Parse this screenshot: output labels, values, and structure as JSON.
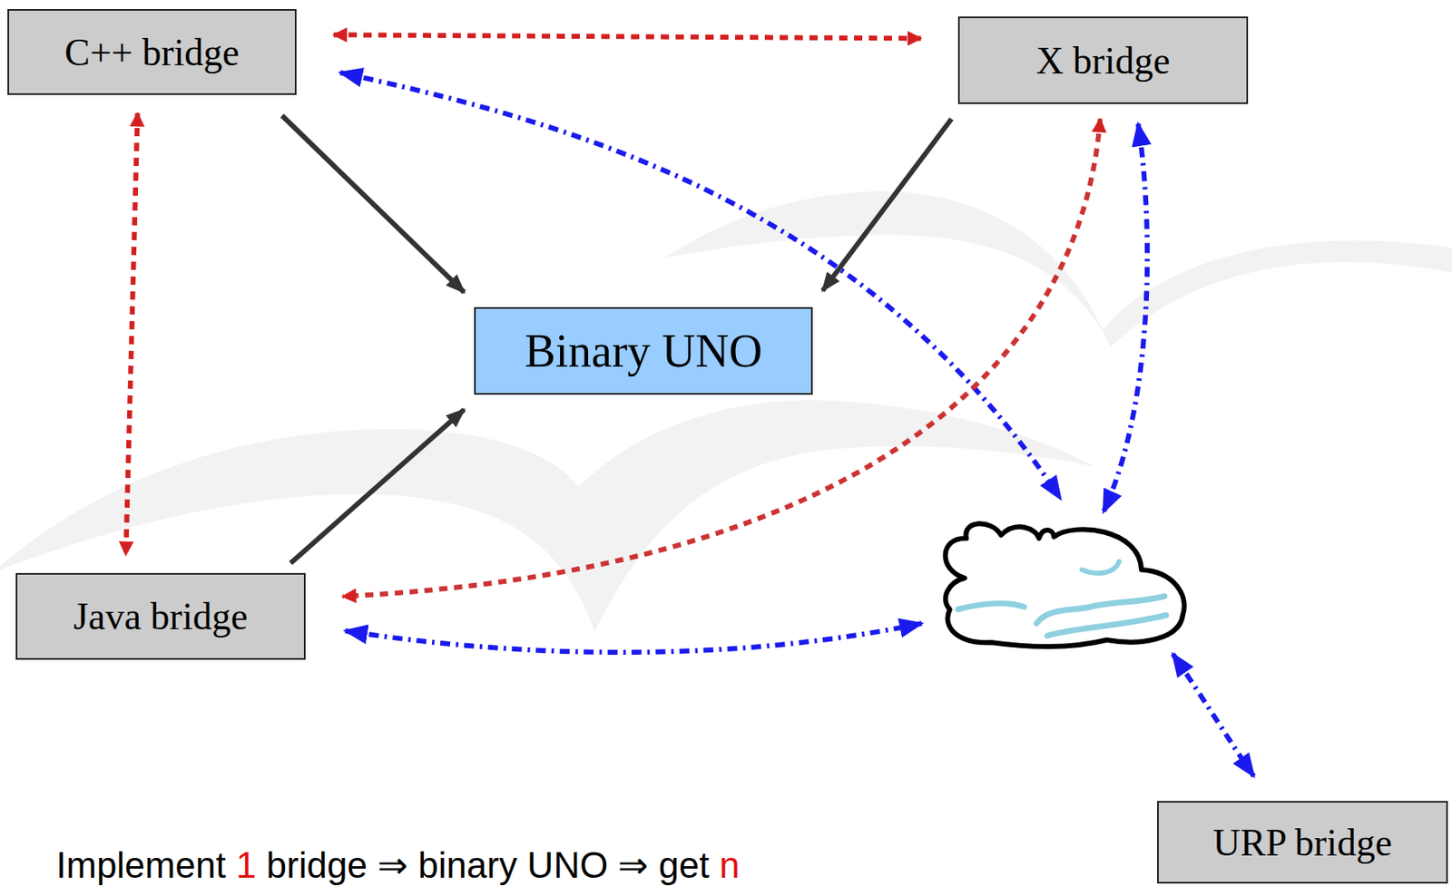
{
  "diagram": {
    "nodes": [
      {
        "text": [
          "C++ bridge"
        ]
      },
      {
        "text": [
          "X bridge"
        ]
      },
      {
        "text": [
          "Binary UNO"
        ]
      },
      {
        "text": [
          "Java bridge"
        ]
      },
      {
        "text": [
          "URP bridge"
        ]
      }
    ],
    "edges": [
      {
        "from": 0,
        "to": 1,
        "arrow": "both"
      },
      {
        "from": 0,
        "to": 3,
        "arrow": "both"
      },
      {
        "from": 1,
        "to": 3,
        "arrow": "both"
      },
      {
        "from": 0,
        "to": 2,
        "arrow": "to"
      },
      {
        "from": 1,
        "to": 2,
        "arrow": "to"
      },
      {
        "from": 3,
        "to": 2,
        "arrow": "to"
      }
    ],
    "labels": [
      "Implement",
      "1",
      "bridge ⇒ binary UNO ⇒ get",
      "n"
    ]
  }
}
